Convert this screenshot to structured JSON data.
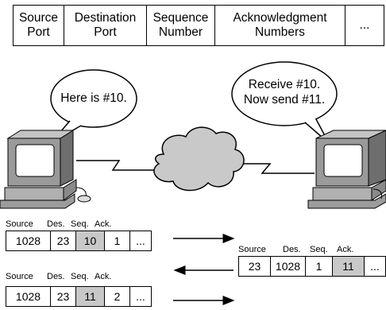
{
  "header_fields": [
    {
      "label": "Source\nPort"
    },
    {
      "label": "Destination\nPort"
    },
    {
      "label": "Sequence\nNumber"
    },
    {
      "label": "Acknowledgment\nNumbers"
    },
    {
      "label": "..."
    }
  ],
  "bubbles": {
    "left": "Here is #10.",
    "right": "Receive #10.\nNow send #11."
  },
  "segment_labels": {
    "source": "Source",
    "des": "Des.",
    "seq": "Seq.",
    "ack": "Ack."
  },
  "segments": [
    {
      "source": "1028",
      "des": "23",
      "seq": "10",
      "ack": "1",
      "more": "...",
      "highlight": "seq"
    },
    {
      "source": "23",
      "des": "1028",
      "seq": "1",
      "ack": "11",
      "more": "...",
      "highlight": "ack"
    },
    {
      "source": "1028",
      "des": "23",
      "seq": "11",
      "ack": "2",
      "more": "...",
      "highlight": "seq"
    }
  ]
}
